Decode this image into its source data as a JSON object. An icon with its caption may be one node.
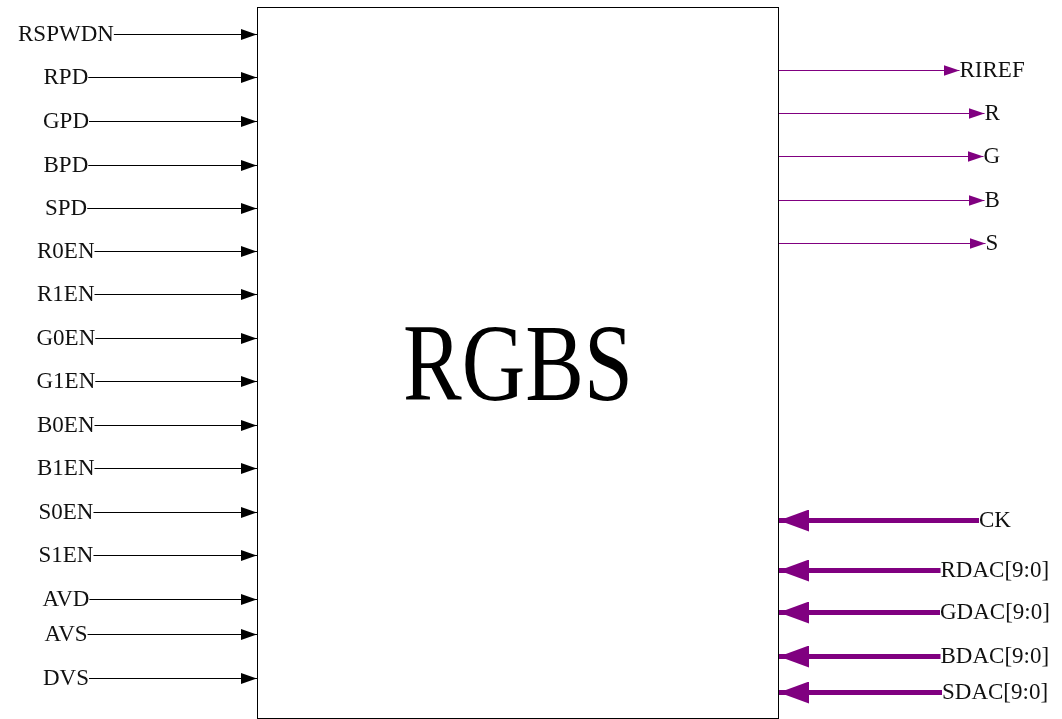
{
  "diagram": {
    "nodes": [
      {
        "text": [
          "RGBS"
        ]
      },
      {
        "text": [
          "RSPWDN"
        ]
      },
      {
        "text": [
          "RPD"
        ]
      },
      {
        "text": [
          "GPD"
        ]
      },
      {
        "text": [
          "BPD"
        ]
      },
      {
        "text": [
          "SPD"
        ]
      },
      {
        "text": [
          "R0EN"
        ]
      },
      {
        "text": [
          "R1EN"
        ]
      },
      {
        "text": [
          "G0EN"
        ]
      },
      {
        "text": [
          "G1EN"
        ]
      },
      {
        "text": [
          "B0EN"
        ]
      },
      {
        "text": [
          "B1EN"
        ]
      },
      {
        "text": [
          "S0EN"
        ]
      },
      {
        "text": [
          "S1EN"
        ]
      },
      {
        "text": [
          "AVD"
        ]
      },
      {
        "text": [
          "AVS"
        ]
      },
      {
        "text": [
          "DVS"
        ]
      },
      {
        "text": [
          "RIREF"
        ]
      },
      {
        "text": [
          "R"
        ]
      },
      {
        "text": [
          "G"
        ]
      },
      {
        "text": [
          "B"
        ]
      },
      {
        "text": [
          "S"
        ]
      },
      {
        "text": [
          "CK"
        ]
      },
      {
        "text": [
          "RDAC[9:0]"
        ]
      },
      {
        "text": [
          "GDAC[9:0]"
        ]
      },
      {
        "text": [
          "BDAC[9:0]"
        ]
      },
      {
        "text": [
          "SDAC[9:0]"
        ]
      }
    ],
    "edges": [
      {
        "from": 1,
        "to": 0,
        "arrow": "to"
      },
      {
        "from": 2,
        "to": 0,
        "arrow": "to"
      },
      {
        "from": 3,
        "to": 0,
        "arrow": "to"
      },
      {
        "from": 4,
        "to": 0,
        "arrow": "to"
      },
      {
        "from": 5,
        "to": 0,
        "arrow": "to"
      },
      {
        "from": 6,
        "to": 0,
        "arrow": "to"
      },
      {
        "from": 7,
        "to": 0,
        "arrow": "to"
      },
      {
        "from": 8,
        "to": 0,
        "arrow": "to"
      },
      {
        "from": 9,
        "to": 0,
        "arrow": "to"
      },
      {
        "from": 10,
        "to": 0,
        "arrow": "to"
      },
      {
        "from": 11,
        "to": 0,
        "arrow": "to"
      },
      {
        "from": 12,
        "to": 0,
        "arrow": "to"
      },
      {
        "from": 13,
        "to": 0,
        "arrow": "to"
      },
      {
        "from": 14,
        "to": 0,
        "arrow": "to"
      },
      {
        "from": 15,
        "to": 0,
        "arrow": "to"
      },
      {
        "from": 16,
        "to": 0,
        "arrow": "to"
      },
      {
        "from": 0,
        "to": 17,
        "arrow": "to",
        "color": "#800080"
      },
      {
        "from": 0,
        "to": 18,
        "arrow": "to",
        "color": "#800080"
      },
      {
        "from": 0,
        "to": 19,
        "arrow": "to",
        "color": "#800080"
      },
      {
        "from": 0,
        "to": 20,
        "arrow": "to",
        "color": "#800080"
      },
      {
        "from": 0,
        "to": 21,
        "arrow": "to",
        "color": "#800080"
      },
      {
        "from": 22,
        "to": 0,
        "arrow": "to",
        "style": "thick",
        "color": "#800080"
      },
      {
        "from": 23,
        "to": 0,
        "arrow": "to",
        "style": "thick",
        "color": "#800080"
      },
      {
        "from": 24,
        "to": 0,
        "arrow": "to",
        "style": "thick",
        "color": "#800080"
      },
      {
        "from": 25,
        "to": 0,
        "arrow": "to",
        "style": "thick",
        "color": "#800080"
      },
      {
        "from": 26,
        "to": 0,
        "arrow": "to",
        "style": "thick",
        "color": "#800080"
      }
    ]
  }
}
